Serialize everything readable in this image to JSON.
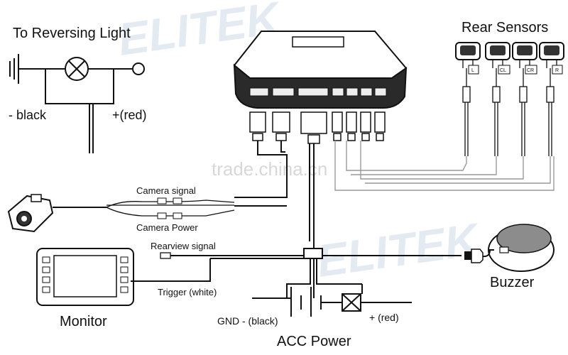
{
  "labels": {
    "reversing_light": "To Reversing Light",
    "black": "- black",
    "red": "+(red)",
    "rear_sensors": "Rear Sensors",
    "camera_signal": "Camera signal",
    "camera_power": "Camera Power",
    "rearview_signal": "Rearview signal",
    "trigger": "Trigger (white)",
    "monitor": "Monitor",
    "buzzer": "Buzzer",
    "gnd": "GND - (black)",
    "acc_red": "+ (red)",
    "acc_power": "ACC Power"
  },
  "sensor_tags": [
    "L",
    "CL",
    "CR",
    "R"
  ],
  "watermarks": {
    "brand": "ELITEK",
    "site": "trade.china.cn"
  }
}
